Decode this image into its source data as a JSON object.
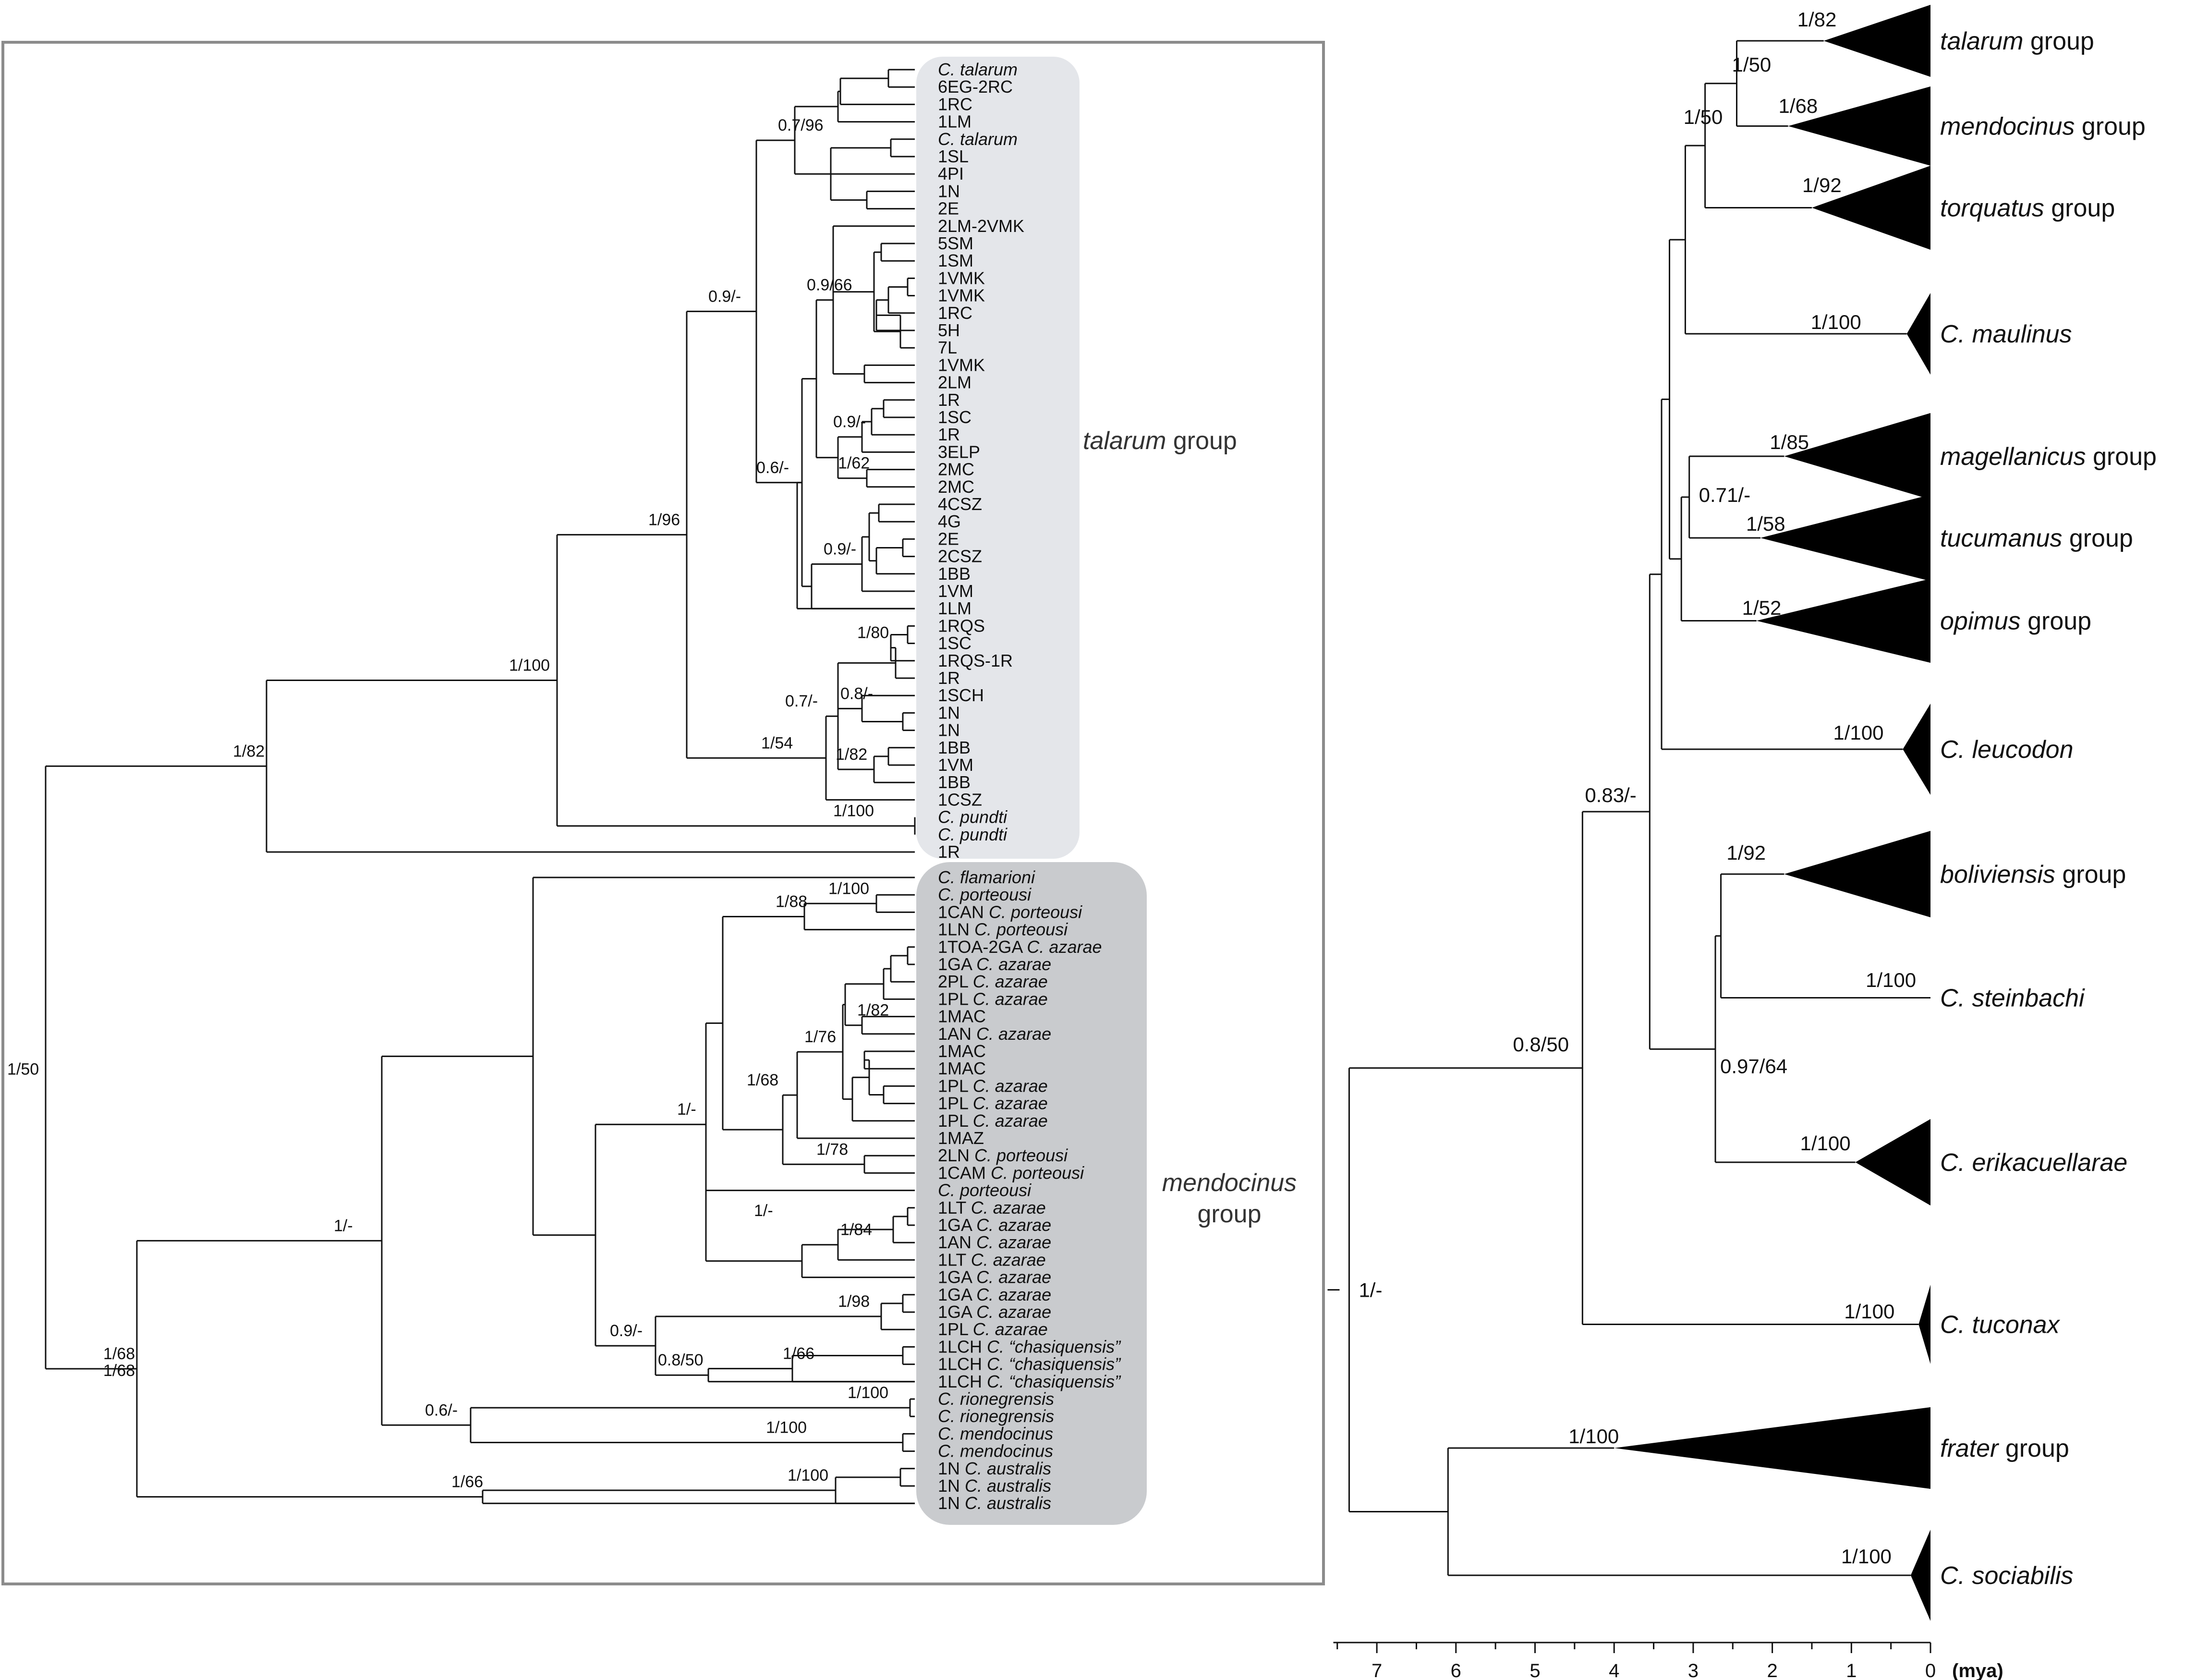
{
  "left_tree": {
    "talarum_group_label": {
      "italic": "talarum",
      "plain": " group"
    },
    "mendocinus_group_label": {
      "line1": "mendocinus",
      "line2": "group"
    },
    "tips_top": [
      [
        {
          "t": "C. talarum",
          "i": true
        }
      ],
      [
        {
          "t": "6EG-2RC"
        }
      ],
      [
        {
          "t": "1RC"
        }
      ],
      [
        {
          "t": "1LM"
        }
      ],
      [
        {
          "t": "C. talarum",
          "i": true
        }
      ],
      [
        {
          "t": "1SL"
        }
      ],
      [
        {
          "t": "4PI"
        }
      ],
      [
        {
          "t": "1N"
        }
      ],
      [
        {
          "t": "2E"
        }
      ],
      [
        {
          "t": "2LM-2VMK"
        }
      ],
      [
        {
          "t": "5SM"
        }
      ],
      [
        {
          "t": "1SM"
        }
      ],
      [
        {
          "t": "1VMK"
        }
      ],
      [
        {
          "t": "1VMK"
        }
      ],
      [
        {
          "t": "1RC"
        }
      ],
      [
        {
          "t": "5H"
        }
      ],
      [
        {
          "t": "7L"
        }
      ],
      [
        {
          "t": "1VMK"
        }
      ],
      [
        {
          "t": "2LM"
        }
      ],
      [
        {
          "t": "1R"
        }
      ],
      [
        {
          "t": "1SC"
        }
      ],
      [
        {
          "t": "1R"
        }
      ],
      [
        {
          "t": "3ELP"
        }
      ],
      [
        {
          "t": "2MC"
        }
      ],
      [
        {
          "t": "2MC"
        }
      ],
      [
        {
          "t": "4CSZ"
        }
      ],
      [
        {
          "t": "4G"
        }
      ],
      [
        {
          "t": "2E"
        }
      ],
      [
        {
          "t": "2CSZ"
        }
      ],
      [
        {
          "t": "1BB"
        }
      ],
      [
        {
          "t": "1VM"
        }
      ],
      [
        {
          "t": "1LM"
        }
      ],
      [
        {
          "t": "1RQS"
        }
      ],
      [
        {
          "t": "1SC"
        }
      ],
      [
        {
          "t": "1RQS-1R"
        }
      ],
      [
        {
          "t": "1R"
        }
      ],
      [
        {
          "t": "1SCH"
        }
      ],
      [
        {
          "t": "1N"
        }
      ],
      [
        {
          "t": "1N"
        }
      ],
      [
        {
          "t": "1BB"
        }
      ],
      [
        {
          "t": "1VM"
        }
      ],
      [
        {
          "t": "1BB"
        }
      ],
      [
        {
          "t": "1CSZ"
        }
      ],
      [
        {
          "t": "C. pundti",
          "i": true
        }
      ],
      [
        {
          "t": "C. pundti",
          "i": true
        }
      ],
      [
        {
          "t": "1R"
        }
      ]
    ],
    "tips_bottom": [
      [
        {
          "t": "C. flamarioni",
          "i": true
        }
      ],
      [
        {
          "t": "C. porteousi",
          "i": true
        }
      ],
      [
        {
          "t": "1CAN "
        },
        {
          "t": "C. porteousi",
          "i": true
        }
      ],
      [
        {
          "t": "1LN "
        },
        {
          "t": "C. porteousi",
          "i": true
        }
      ],
      [
        {
          "t": "1TOA-2GA "
        },
        {
          "t": "C. azarae",
          "i": true
        }
      ],
      [
        {
          "t": "1GA "
        },
        {
          "t": "C. azarae",
          "i": true
        }
      ],
      [
        {
          "t": "2PL "
        },
        {
          "t": "C. azarae",
          "i": true
        }
      ],
      [
        {
          "t": "1PL "
        },
        {
          "t": "C. azarae",
          "i": true
        }
      ],
      [
        {
          "t": "1MAC"
        }
      ],
      [
        {
          "t": "1AN "
        },
        {
          "t": "C. azarae",
          "i": true
        }
      ],
      [
        {
          "t": "1MAC"
        }
      ],
      [
        {
          "t": "1MAC"
        }
      ],
      [
        {
          "t": "1PL "
        },
        {
          "t": "C. azarae",
          "i": true
        }
      ],
      [
        {
          "t": "1PL "
        },
        {
          "t": "C. azarae",
          "i": true
        }
      ],
      [
        {
          "t": "1PL "
        },
        {
          "t": "C. azarae",
          "i": true
        }
      ],
      [
        {
          "t": "1MAZ"
        }
      ],
      [
        {
          "t": "2LN "
        },
        {
          "t": "C. porteousi",
          "i": true
        }
      ],
      [
        {
          "t": "1CAM "
        },
        {
          "t": "C. porteousi",
          "i": true
        }
      ],
      [
        {
          "t": "C. porteousi",
          "i": true
        }
      ],
      [
        {
          "t": "1LT "
        },
        {
          "t": "C. azarae",
          "i": true
        }
      ],
      [
        {
          "t": "1GA "
        },
        {
          "t": "C. azarae",
          "i": true
        }
      ],
      [
        {
          "t": "1AN "
        },
        {
          "t": "C. azarae",
          "i": true
        }
      ],
      [
        {
          "t": "1LT "
        },
        {
          "t": "C. azarae",
          "i": true
        }
      ],
      [
        {
          "t": "1GA "
        },
        {
          "t": "C. azarae",
          "i": true
        }
      ],
      [
        {
          "t": "1GA "
        },
        {
          "t": "C. azarae",
          "i": true
        }
      ],
      [
        {
          "t": "1GA "
        },
        {
          "t": "C. azarae",
          "i": true
        }
      ],
      [
        {
          "t": "1PL "
        },
        {
          "t": "C. azarae",
          "i": true
        }
      ],
      [
        {
          "t": "1LCH "
        },
        {
          "t": "C. “chasiquensis”",
          "i": true
        }
      ],
      [
        {
          "t": "1LCH "
        },
        {
          "t": "C. “chasiquensis”",
          "i": true
        }
      ],
      [
        {
          "t": "1LCH "
        },
        {
          "t": "C. “chasiquensis”",
          "i": true
        }
      ],
      [
        {
          "t": "C. rionegrensis",
          "i": true
        }
      ],
      [
        {
          "t": "C. rionegrensis",
          "i": true
        }
      ],
      [
        {
          "t": "C. mendocinus",
          "i": true
        }
      ],
      [
        {
          "t": "C. mendocinus",
          "i": true
        }
      ],
      [
        {
          "t": "1N  "
        },
        {
          "t": "C. australis",
          "i": true
        }
      ],
      [
        {
          "t": "1N  "
        },
        {
          "t": "C. australis",
          "i": true
        }
      ],
      [
        {
          "t": "1N "
        },
        {
          "t": "C. australis",
          "i": true
        }
      ]
    ],
    "supports": {
      "root": "1/50",
      "a": "1/82",
      "b": "1/100",
      "c": "1/96",
      "d": "0.9/-",
      "e": "0.6/-",
      "f": "0.7/96",
      "g": "0.9/66",
      "h": "0.9/-",
      "i": "1/62",
      "j": "0.9/-",
      "k": "1/80",
      "l": "0.7/-",
      "m": "0.8/-",
      "n": "1/54",
      "o": "1/82",
      "p": "1/100",
      "q": "1/68",
      "r": "1/68",
      "s": "1/-",
      "t": "1/-",
      "u": "1/88",
      "v": "1/100",
      "w": "1/76",
      "x": "1/82",
      "y": "1/68",
      "z": "1/78",
      "aa": "1/-",
      "ab": "1/84",
      "ac": "0.9/-",
      "ad": "1/98",
      "ae": "0.8/50",
      "af": "1/66",
      "ag": "0.6/-",
      "ah": "1/100",
      "ai": "1/100",
      "aj": "1/66",
      "ak": "1/100"
    }
  },
  "right_tree": {
    "clades": [
      {
        "italic": "talarum",
        "plain": " group"
      },
      {
        "italic": "mendocinus",
        "plain": " group"
      },
      {
        "italic": "torquatus",
        "plain": " group"
      },
      {
        "italic": "C. maulinus",
        "plain": ""
      },
      {
        "italic": "magellanicus",
        "plain": " group"
      },
      {
        "italic": "tucumanus",
        "plain": " group"
      },
      {
        "italic": "opimus",
        "plain": " group"
      },
      {
        "italic": "C. leucodon",
        "plain": ""
      },
      {
        "italic": "boliviensis",
        "plain": " group"
      },
      {
        "italic": "C. steinbachi",
        "plain": ""
      },
      {
        "italic": "C. erikacuellarae",
        "plain": ""
      },
      {
        "italic": "C. tuconax",
        "plain": ""
      },
      {
        "italic": "frater",
        "plain": " group"
      },
      {
        "italic": "C. sociabilis",
        "plain": ""
      }
    ],
    "supports": {
      "talarum": "1/82",
      "tal_men": "1/50",
      "mendocinus": "1/68",
      "tal_tor": "1/50",
      "torquatus": "1/92",
      "maulinus": "1/100",
      "magellanicus": "1/85",
      "mag_tuc": "0.71/-",
      "tucumanus": "1/58",
      "opimus": "1/52",
      "leucodon": "1/100",
      "big": "0.83/-",
      "boliviensis": "1/92",
      "steinbachi": "1/100",
      "bol_eri": "0.97/64",
      "erikacuellarae": "1/100",
      "main": "0.8/50",
      "tuconax": "1/100",
      "root": "1/-",
      "frater": "1/100",
      "sociabilis": "1/100"
    },
    "axis": {
      "ticks": [
        "7",
        "6",
        "5",
        "4",
        "3",
        "2",
        "1",
        "0"
      ],
      "unit": "(mya)"
    }
  }
}
